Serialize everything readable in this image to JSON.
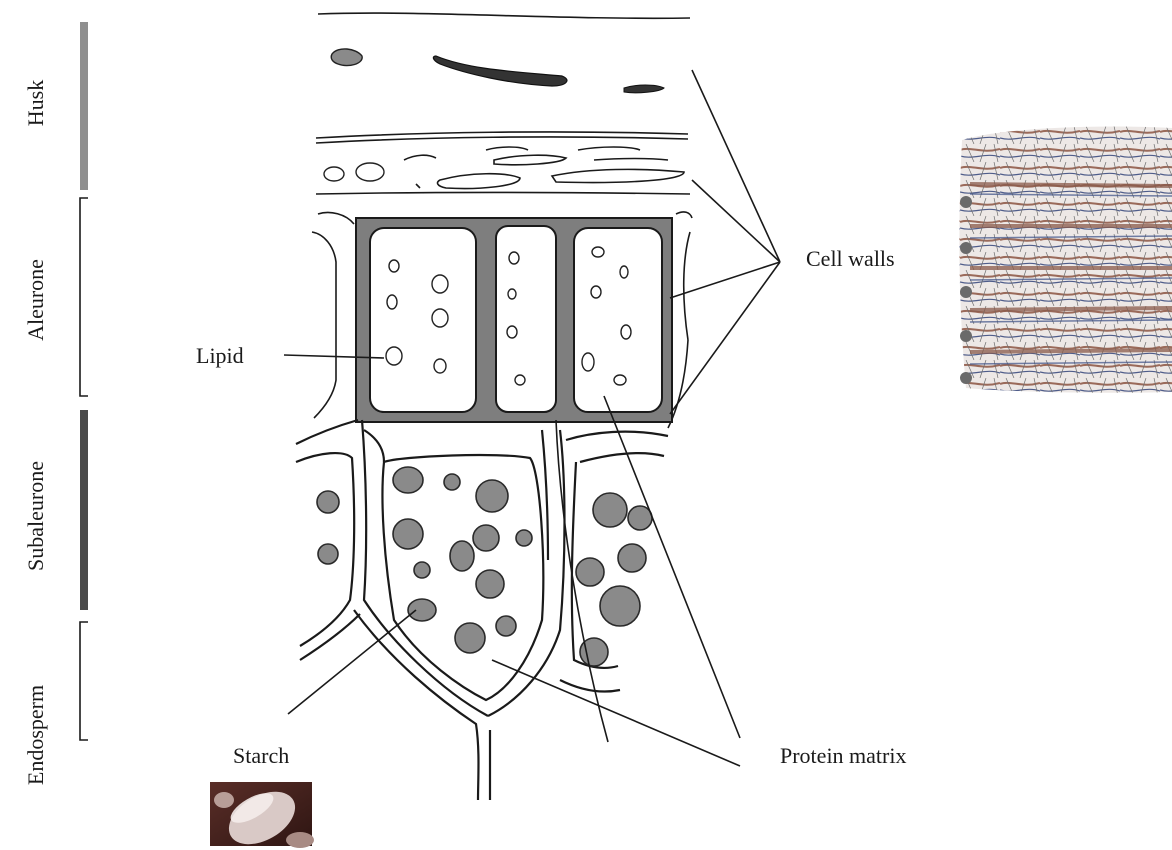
{
  "layers": {
    "husk": "Husk",
    "aleurone": "Aleurone",
    "subaleurone": "Subaleurone",
    "endosperm": "Endosperm"
  },
  "labels": {
    "cell_walls": "Cell walls",
    "lipid": "Lipid",
    "starch": "Starch",
    "protein_matrix": "Protein matrix"
  },
  "colors": {
    "husk_bar": "#8f8f8f",
    "subaleurone_bar": "#4a4a4a",
    "aleurone_wall": "#7e7e7e",
    "starch_granule": "#8a8a8a"
  }
}
